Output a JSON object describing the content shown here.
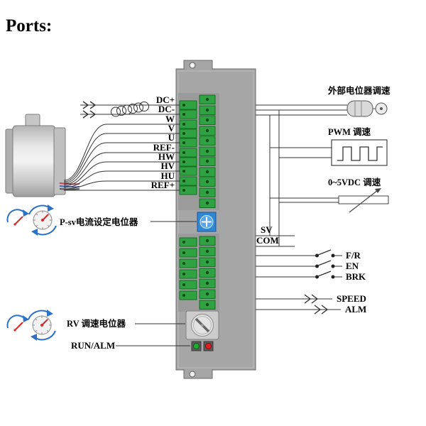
{
  "title": "Ports:",
  "driver": {
    "left_terminals": [
      "DC+",
      "DC-",
      "W",
      "V",
      "U",
      "REF-",
      "HW",
      "HV",
      "HU",
      "REF+"
    ],
    "sv_label": "SV",
    "com_label": "COM"
  },
  "left_panel": {
    "current_pot_label": "P-sv电流设定电位器",
    "rv_pot_label": "RV 调速电位器",
    "run_alm_label": "RUN/ALM"
  },
  "right_panel": {
    "external_pot_label": "外部电位器调速",
    "pwm_label": "PWM 调速",
    "vdc_label": "0~5VDC 调速",
    "switch_labels": [
      "F/R",
      "EN",
      "BRK"
    ],
    "output_labels": [
      "SPEED",
      "ALM"
    ]
  },
  "colors": {
    "terminal_green": "#2fa341",
    "driver_gray": "#a6a6a6",
    "pot_blue": "#2f86d2",
    "led_green": "#1fae2e",
    "led_red": "#e01f1f",
    "arrow_blue": "#2b72c8",
    "needle_red": "#d42a2a"
  }
}
